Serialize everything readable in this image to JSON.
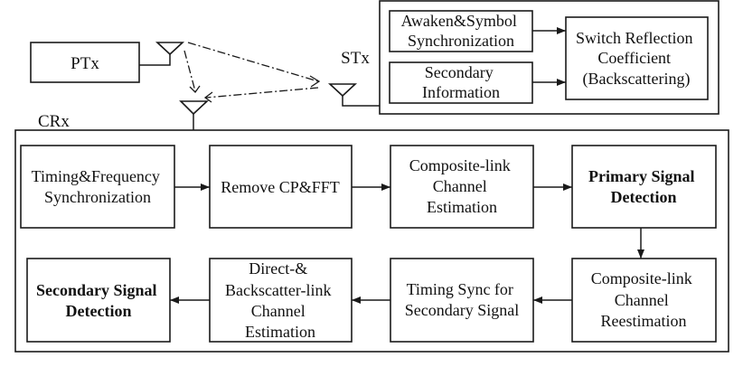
{
  "diagram": {
    "ptx": {
      "label": "PTx"
    },
    "stx": {
      "label": "STx",
      "blocks": {
        "awaken_sync": {
          "lines": [
            "Awaken&Symbol",
            "Synchronization"
          ]
        },
        "secondary_info": {
          "lines": [
            "Secondary",
            "Information"
          ]
        },
        "switch_reflection": {
          "lines": [
            "Switch Reflection",
            "Coefficient",
            "(Backscattering)"
          ]
        }
      }
    },
    "crx": {
      "label": "CRx",
      "blocks": {
        "timing_freq_sync": {
          "lines": [
            "Timing&Frequency",
            "Synchronization"
          ]
        },
        "remove_cp_fft": {
          "lines": [
            "Remove CP&FFT"
          ]
        },
        "composite_est": {
          "lines": [
            "Composite-link",
            "Channel",
            "Estimation"
          ]
        },
        "primary_detect": {
          "lines": [
            "Primary Signal",
            "Detection"
          ]
        },
        "composite_reest": {
          "lines": [
            "Composite-link",
            "Channel",
            "Reestimation"
          ]
        },
        "timing_sync_secondary": {
          "lines": [
            "Timing Sync for",
            "Secondary Signal"
          ]
        },
        "direct_backscatter_est": {
          "lines": [
            "Direct-&",
            "Backscatter-link",
            "Channel",
            "Estimation"
          ]
        },
        "secondary_detect": {
          "lines": [
            "Secondary Signal",
            "Detection"
          ]
        }
      }
    },
    "links": [
      {
        "from": "PTx antenna",
        "to": "STx antenna",
        "style": "dash-dot"
      },
      {
        "from": "PTx antenna",
        "to": "CRx antenna",
        "style": "dash-dot"
      },
      {
        "from": "STx antenna",
        "to": "CRx antenna",
        "style": "dash-dot"
      }
    ],
    "flow": [
      "Timing&Frequency Synchronization",
      "Remove CP&FFT",
      "Composite-link Channel Estimation",
      "Primary Signal Detection",
      "Composite-link Channel Reestimation",
      "Timing Sync for Secondary Signal",
      "Direct-& Backscatter-link Channel Estimation",
      "Secondary Signal Detection"
    ]
  }
}
